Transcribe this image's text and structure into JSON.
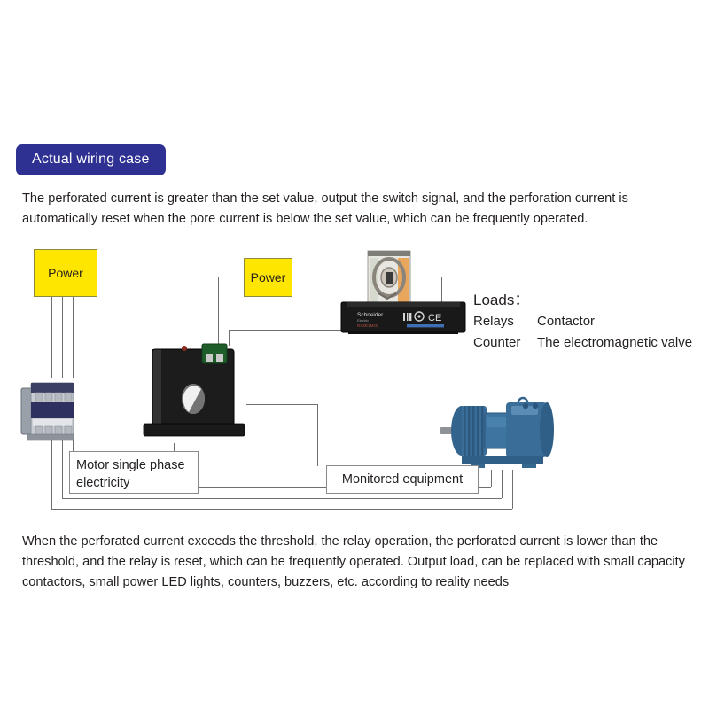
{
  "header": {
    "badge_label": "Actual wiring case",
    "badge_color": "#2e3192",
    "badge_text_color": "#ffffff"
  },
  "intro_paragraph": "The perforated current is greater than the set value, output the switch signal, and the perforation current is automatically reset when the pore current is below the set value, which can be frequently operated.",
  "summary_paragraph": "When the perforated current exceeds the threshold, the relay operation, the perforated current is lower than the threshold, and the relay is reset, which can be frequently operated. Output load, can be replaced with small capacity contactors, small power LED lights, counters, buzzers, etc. according to reality needs",
  "diagram": {
    "power_box_main": {
      "label": "Power",
      "color": "#ffe600"
    },
    "power_box_control": {
      "label": "Power",
      "color": "#ffe600"
    },
    "motor_phase_caption": "Motor single phase electricity",
    "monitored_equipment_caption": "Monitored equipment",
    "loads": {
      "title": "Loads：",
      "rows": [
        {
          "left": "Relays",
          "right": "Contactor"
        },
        {
          "left": "Counter",
          "right": "The electromagnetic valve"
        }
      ]
    },
    "components": {
      "contactor": "contactor",
      "ct_sensor": "current-transformer-sensor",
      "relay": "relay-module",
      "motor": "three-phase-motor"
    },
    "wire_color": "#6f6f6f"
  }
}
